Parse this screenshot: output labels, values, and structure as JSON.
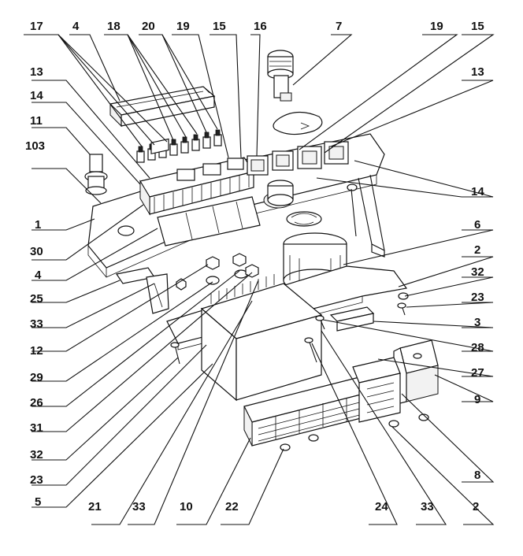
{
  "callouts": [
    {
      "id": "l-17-top",
      "text": "17"
    },
    {
      "id": "l-4-top",
      "text": "4"
    },
    {
      "id": "l-18",
      "text": "18"
    },
    {
      "id": "l-20",
      "text": "20"
    },
    {
      "id": "l-19-top",
      "text": "19"
    },
    {
      "id": "l-15-top",
      "text": "15"
    },
    {
      "id": "l-16",
      "text": "16"
    },
    {
      "id": "l-7",
      "text": "7"
    },
    {
      "id": "l-19-right",
      "text": "19"
    },
    {
      "id": "l-15-right",
      "text": "15"
    },
    {
      "id": "l-13-left",
      "text": "13"
    },
    {
      "id": "l-13-right",
      "text": "13"
    },
    {
      "id": "l-14-left",
      "text": "14"
    },
    {
      "id": "l-11",
      "text": "11"
    },
    {
      "id": "l-103",
      "text": "103"
    },
    {
      "id": "l-14-right",
      "text": "14"
    },
    {
      "id": "l-1",
      "text": "1"
    },
    {
      "id": "l-6",
      "text": "6"
    },
    {
      "id": "l-30",
      "text": "30"
    },
    {
      "id": "l-2-right",
      "text": "2"
    },
    {
      "id": "l-4-left",
      "text": "4"
    },
    {
      "id": "l-32-right",
      "text": "32"
    },
    {
      "id": "l-25",
      "text": "25"
    },
    {
      "id": "l-23-right",
      "text": "23"
    },
    {
      "id": "l-33-left",
      "text": "33"
    },
    {
      "id": "l-3",
      "text": "3"
    },
    {
      "id": "l-12",
      "text": "12"
    },
    {
      "id": "l-28",
      "text": "28"
    },
    {
      "id": "l-29",
      "text": "29"
    },
    {
      "id": "l-27",
      "text": "27"
    },
    {
      "id": "l-26",
      "text": "26"
    },
    {
      "id": "l-9",
      "text": "9"
    },
    {
      "id": "l-31",
      "text": "31"
    },
    {
      "id": "l-32-left",
      "text": "32"
    },
    {
      "id": "l-8",
      "text": "8"
    },
    {
      "id": "l-23-left",
      "text": "23"
    },
    {
      "id": "l-5",
      "text": "5"
    },
    {
      "id": "l-21",
      "text": "21"
    },
    {
      "id": "l-33-bottom",
      "text": "33"
    },
    {
      "id": "l-10",
      "text": "10"
    },
    {
      "id": "l-22",
      "text": "22"
    },
    {
      "id": "l-24",
      "text": "24"
    },
    {
      "id": "l-33-bottom-right",
      "text": "33"
    },
    {
      "id": "l-2-bottom",
      "text": "2"
    }
  ]
}
